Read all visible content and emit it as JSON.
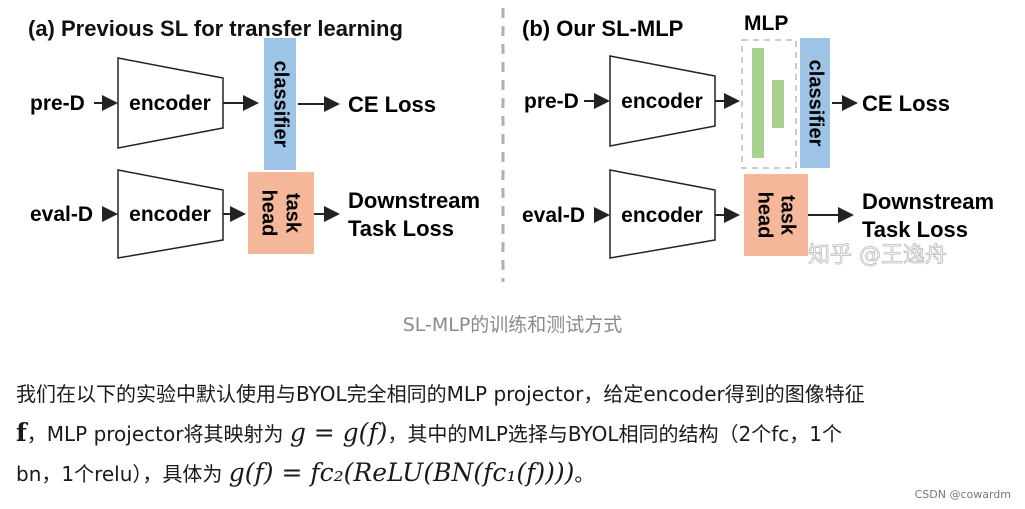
{
  "panel_a": {
    "title": "(a) Previous SL for transfer learning",
    "row1": {
      "input": "pre-D",
      "encoder": "encoder",
      "classifier": "classifier",
      "output": "CE Loss"
    },
    "row2": {
      "input": "eval-D",
      "encoder": "encoder",
      "head_line1": "task",
      "head_line2": "head",
      "output_line1": "Downstream",
      "output_line2": "Task Loss"
    }
  },
  "panel_b": {
    "title": "(b) Our SL-MLP",
    "mlp_label": "MLP",
    "row1": {
      "input": "pre-D",
      "encoder": "encoder",
      "classifier": "classifier",
      "output": "CE Loss"
    },
    "row2": {
      "input": "eval-D",
      "encoder": "encoder",
      "head_line1": "task",
      "head_line2": "head",
      "output_line1": "Downstream",
      "output_line2": "Task Loss"
    }
  },
  "watermark": "知乎 @王逸舟",
  "caption": "SL-MLP的训练和测试方式",
  "paragraph": {
    "line1": "我们在以下的实验中默认使用与BYOL完全相同的MLP projector，给定encoder得到的图像特征",
    "line2_sym_f": "f",
    "line2_a": "，MLP projector将其映射为",
    "line2_eq": "g = g(f)",
    "line2_b": "，其中的MLP选择与BYOL相同的结构（2个fc，1个",
    "line3_a": "bn，1个relu），具体为",
    "line3_eq": "g(f) = fc₂(ReLU(BN(fc₁(f))))",
    "line3_b": "。"
  },
  "credit": "CSDN @cowardm",
  "colors": {
    "classifier_fill": "#9dc3e6",
    "head_fill": "#f4b79a",
    "mlp_bar": "#a9d18e",
    "divider": "#b0b0b0"
  }
}
